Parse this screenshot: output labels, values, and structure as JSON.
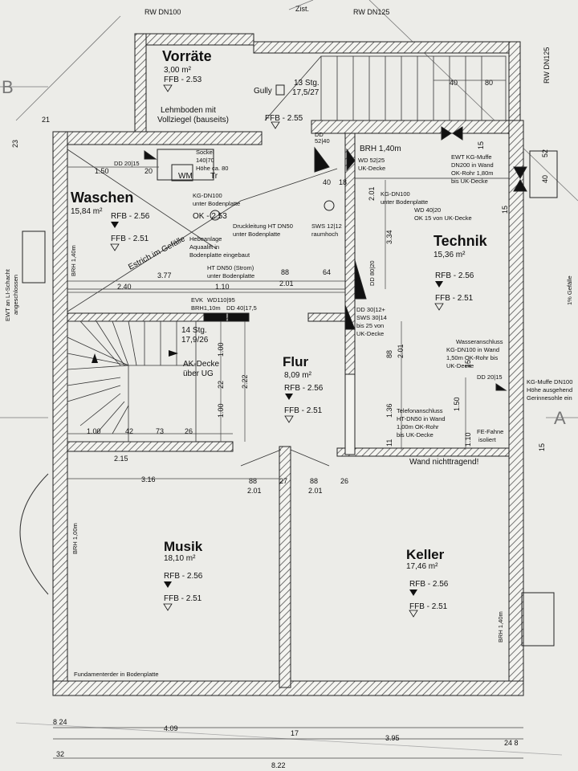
{
  "top": {
    "rw1": "RW DN100",
    "zist": "Zist.",
    "rw2": "RW DN125",
    "rw3": "RW DN125",
    "b": "B",
    "a": "A"
  },
  "rooms": {
    "vorraete": {
      "name": "Vorräte",
      "area": "3,00 m²",
      "ffb": "FFB - 2.53",
      "n1": "Lehmboden mit",
      "n2": "Vollziegel (bauseits)"
    },
    "waschen": {
      "name": "Waschen",
      "area": "15,84 m²",
      "rfb": "RFB - 2.56",
      "ffb": "FFB - 2.51"
    },
    "technik": {
      "name": "Technik",
      "area": "15,36 m²",
      "rfb": "RFB - 2.56",
      "ffb": "FFB - 2.51"
    },
    "flur": {
      "name": "Flur",
      "area": "8,09 m²",
      "rfb": "RFB - 2.56",
      "ffb": "FFB - 2.51"
    },
    "musik": {
      "name": "Musik",
      "area": "18,10 m²",
      "rfb": "RFB - 2.56",
      "ffb": "FFB - 2.51"
    },
    "keller": {
      "name": "Keller",
      "area": "17,46 m²",
      "rfb": "RFB - 2.56",
      "ffb": "FFB - 2.51"
    }
  },
  "notes": {
    "stg13": "13 Stg.",
    "stg13b": "17,5/27",
    "gully": "Gully",
    "ffb255": "FFB - 2.55",
    "dd5240": "DD\n52|40",
    "brh140top": "BRH 1,40m",
    "dd2015": "DD 20|15",
    "sockel1": "Sockel",
    "sockel2": "140|70",
    "sockel3": "Höhe ca. 80",
    "wm": "WM",
    "tr": "Tr",
    "kgdn100a": "KG-DN100",
    "kgdn100b": "unter Bodenplatte",
    "ok253": "OK - 2.53",
    "druck": "Druckleitung HT DN50",
    "druck2": "unter Bodenplatte",
    "sws1212": "SWS 12|12",
    "raumhoch": "raumhoch",
    "hebe1": "Hebeanlage",
    "hebe2": "Aquaalift in",
    "hebe3": "Bodenplatte eingebaut",
    "estrich": "Estrich im Gefälle",
    "ht50a": "HT DN50 (Strom)",
    "ht50b": "unter Bodenplatte",
    "wd5225": "WD 52|25",
    "ukdecke": "UK-Decke",
    "kgdn100c": "KG-DN100",
    "kgdn100d": "unter Bodenplatte",
    "wd4020": "WD 40|20",
    "ok15": "OK 15 von UK-Decke",
    "ewt1": "EWT KG-Muffe",
    "ewt2": "DN200 in Wand",
    "ewt3": "OK-Rohr 1,80m",
    "ewt4": "bis UK-Decke",
    "evk": "EVK",
    "wd11095": "WD110|95",
    "brh110": "BRH1,10m",
    "dd40175": "DD 40|17,5",
    "dd80": "DD 80|20",
    "dd3012a": "DD 30|12+",
    "dd3012b": "SWS 30|14",
    "dd3012c": "bis 25 von",
    "dd3012d": "UK-Decke",
    "stg14": "14 Stg.",
    "stg14b": "17,9/26",
    "ak1": "AK-Decke",
    "ak2": "über UG",
    "wasser1": "Wasseranschluss",
    "wasser2": "KG-DN100 in Wand",
    "wasser3": "1,50m OK-Rohr bis",
    "wasser4": "UK-Decke",
    "dd2015b": "DD 20|15",
    "kgm1": "KG-Muffe DN100",
    "kgm2": "Höhe ausgehend",
    "kgm3": "Gerinnesohle ein",
    "tel1": "Telefonanschluss",
    "tel2": "HT-DN50 in Wand",
    "tel3": "1,00m OK-Rohr",
    "tel4": "bis UK-Decke",
    "fe1": "FE-Fahne",
    "fe2": "isoliert",
    "wandnt": "Wand nichttragend!",
    "ewtli1": "EWT an LI-Schacht",
    "ewtli2": "angeschlossen",
    "brh140l": "BRH 1,40m",
    "brh100": "BRH 1,00m",
    "brh140r": "BRH 1,40m",
    "fund": "Fundamenterder in Bodenplatte",
    "pct": "1% Gefälle"
  },
  "dims": {
    "d21": "21",
    "d23": "23",
    "d150": "1.50",
    "d20": "20",
    "d240": "2.40",
    "d377": "3.77",
    "d110": "1.10",
    "d88a": "88",
    "d201a": "2.01",
    "d64": "64",
    "d40a": "40",
    "d18": "18",
    "d201b": "2.01",
    "d334": "3.34",
    "d40b": "40",
    "d80": "80",
    "d52": "52",
    "d40c": "40",
    "d15a": "15",
    "d15b": "15",
    "d100a": "1.00",
    "d22": "22",
    "d222": "2.22",
    "d100b": "1.00",
    "d100c": "1.00",
    "d42": "42",
    "d73": "73",
    "d26a": "26",
    "d215": "2.15",
    "d316": "3.16",
    "d88b": "88",
    "d201c": "2.01",
    "d27": "27",
    "d88c": "88",
    "d201d": "2.01",
    "d26b": "26",
    "d88d": "88",
    "d201e": "2.01",
    "d136": "1.36",
    "d150b": "1.50",
    "d110b": "1.10",
    "d11": "11",
    "d15c": "15",
    "d15d": "15",
    "d24a": "8 24",
    "d409": "4.09",
    "d17": "17",
    "d395": "3.95",
    "d24b": "24 8",
    "d32": "32",
    "d822": "8.22",
    "d40d": "40",
    "d80b": "80"
  }
}
